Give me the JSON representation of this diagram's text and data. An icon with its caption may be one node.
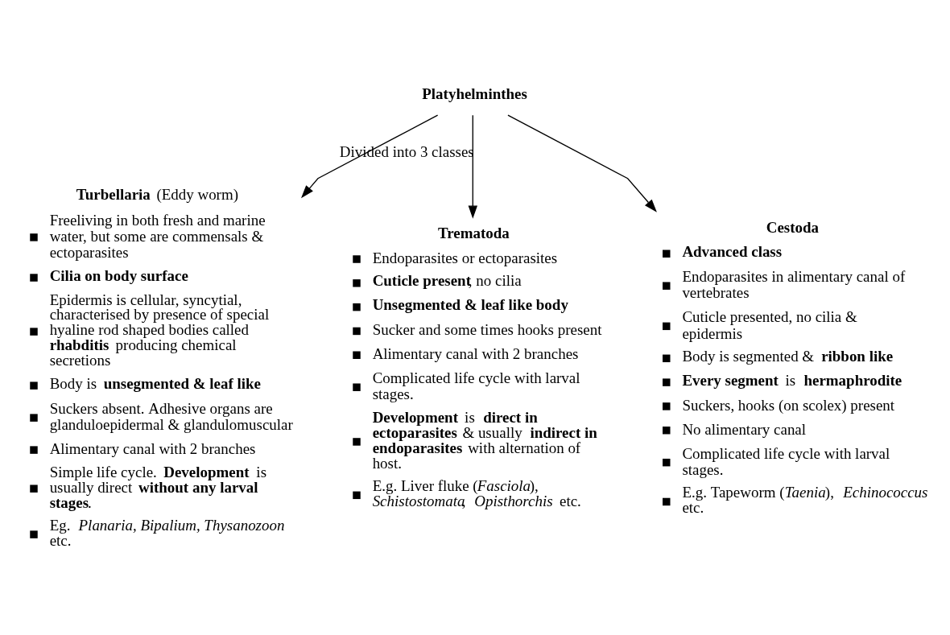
{
  "diagram": {
    "nodes": [
      {
        "text": [
          "**Platyhelminthes**"
        ]
      },
      {
        "text": [
          "**Turbellaria** (Eddy worm)",
          "Freeliving in both fresh and marine water, but some are commensals & ectoparasites",
          "**Cilia on body surface**",
          "Epidermis is cellular, syncytial, characterised by presence of special hyaline rod shaped bodies called **rhabditis** producing chemical secretions",
          "Body is **unsegmented & leaf like**",
          "Suckers absent. Adhesive organs are glanduloepidermal & glandulomuscular",
          "Alimentary canal with 2 branches",
          "Simple life cycle. **Development** is usually direct **without any larval stages**.",
          "Eg. *Planaria, Bipalium, Thysanozoon* etc."
        ]
      },
      {
        "text": [
          "**Trematoda**",
          "Endoparasites or ectoparasites",
          "**Cuticle present**, no cilia",
          "**Unsegmented & leaf like body**",
          "Sucker and some times hooks present",
          "Alimentary canal with 2 branches",
          "Complicated life cycle with larval stages.",
          "**Development** is **direct in ectoparasites** & usually **indirect in endoparasites** with alternation of host.",
          "E.g. Liver fluke (*Fasciola*), *Schistostomata*, *Opisthorchis* etc."
        ]
      },
      {
        "text": [
          "**Cestoda**",
          "**Advanced class**",
          "Endoparasites in alimentary canal of vertebrates",
          "Cuticle presented, no cilia & epidermis",
          "Body is segmented & **ribbon like**",
          "**Every segment** is **hermaphrodite**",
          "Suckers, hooks (on scolex) present",
          "No alimentary canal",
          "Complicated life cycle with larval stages.",
          "E.g. Tapeworm (*Taenia*), *Echinococcus* etc."
        ]
      }
    ],
    "edges": [
      {
        "from": 0,
        "to": 1,
        "arrow": "to"
      },
      {
        "from": 0,
        "to": 2,
        "arrow": "to",
        "label": "Divided into 3 classes"
      },
      {
        "from": 0,
        "to": 3,
        "arrow": "to"
      }
    ]
  }
}
